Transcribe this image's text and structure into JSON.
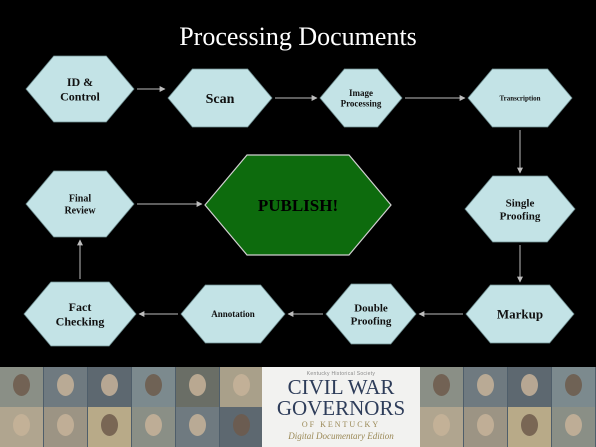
{
  "title": "Processing Documents",
  "nodes": [
    {
      "id": "id-control",
      "lines": [
        "ID &",
        "Control"
      ]
    },
    {
      "id": "scan",
      "lines": [
        "Scan"
      ]
    },
    {
      "id": "image-processing",
      "lines": [
        "Image",
        "Processing"
      ]
    },
    {
      "id": "transcription",
      "lines": [
        "Transcription"
      ]
    },
    {
      "id": "single-proofing",
      "lines": [
        "Single",
        "Proofing"
      ]
    },
    {
      "id": "markup",
      "lines": [
        "Markup"
      ]
    },
    {
      "id": "double-proofing",
      "lines": [
        "Double",
        "Proofing"
      ]
    },
    {
      "id": "annotation",
      "lines": [
        "Annotation"
      ]
    },
    {
      "id": "fact-checking",
      "lines": [
        "Fact",
        "Checking"
      ]
    },
    {
      "id": "final-review",
      "lines": [
        "Final",
        "Review"
      ]
    },
    {
      "id": "publish",
      "lines": [
        "PUBLISH!"
      ]
    }
  ],
  "edges": [
    [
      "id-control",
      "scan"
    ],
    [
      "scan",
      "image-processing"
    ],
    [
      "image-processing",
      "transcription"
    ],
    [
      "transcription",
      "single-proofing"
    ],
    [
      "single-proofing",
      "markup"
    ],
    [
      "markup",
      "double-proofing"
    ],
    [
      "double-proofing",
      "annotation"
    ],
    [
      "annotation",
      "fact-checking"
    ],
    [
      "fact-checking",
      "final-review"
    ],
    [
      "final-review",
      "publish"
    ]
  ],
  "colors": {
    "background": "#000000",
    "node_fill": "#c3e3e6",
    "node_stroke": "#6f8e91",
    "publish_fill": "#0d6b0d",
    "publish_stroke": "#d0d0d0",
    "arrow": "#bcbcbc",
    "title": "#ffffff"
  },
  "footer": {
    "logo": {
      "society": "Kentucky Historical Society",
      "line1": "CIVIL WAR",
      "line2": "GOVERNORS",
      "line3": "OF KENTUCKY",
      "line4": "Digital Documentary Edition"
    }
  }
}
